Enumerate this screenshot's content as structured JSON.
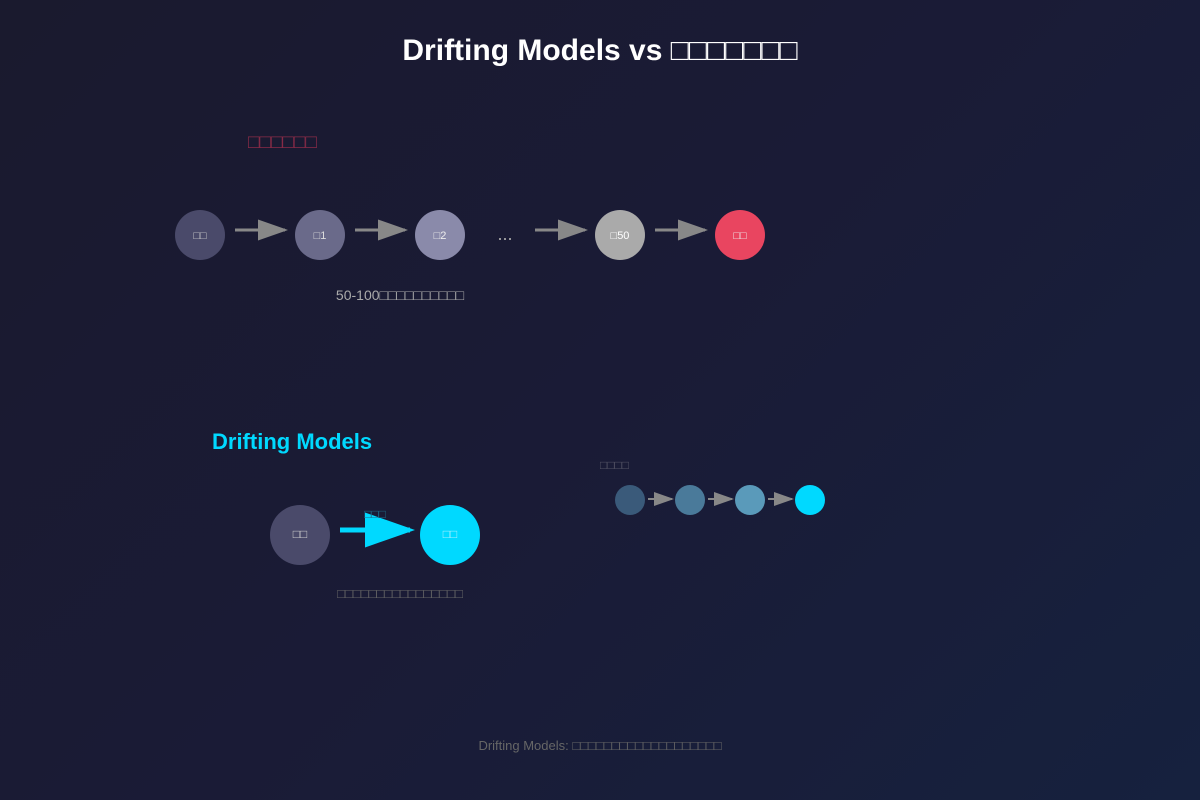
{
  "title": "Drifting Models vs □□□□□□□",
  "traditional": {
    "label": "□□□□□□",
    "color": "#e94560",
    "nodes": [
      {
        "label": "□□",
        "color": "#4a4a6a"
      },
      {
        "label": "□1",
        "color": "#6a6a8a"
      },
      {
        "label": "□2",
        "color": "#8a8aaa"
      },
      {
        "label": "□50",
        "color": "#aaaaaa"
      },
      {
        "label": "□□",
        "color": "#e94560"
      }
    ],
    "ellipsis": "...",
    "caption": "50-100□□□□□□□□□□"
  },
  "drifting": {
    "label": "Drifting Models",
    "color": "#00d9ff",
    "source_node": "□□",
    "target_node": "□□",
    "arrow_label": "□□□",
    "caption": "□□□□□□□□□□□□□□□□",
    "chain_label": "□□□□",
    "chain_colors": [
      "#3a5a7a",
      "#4a7a9a",
      "#5a9aba",
      "#00d9ff"
    ]
  },
  "footer": "Drifting Models: □□□□□□□□□□□□□□□□□□□"
}
